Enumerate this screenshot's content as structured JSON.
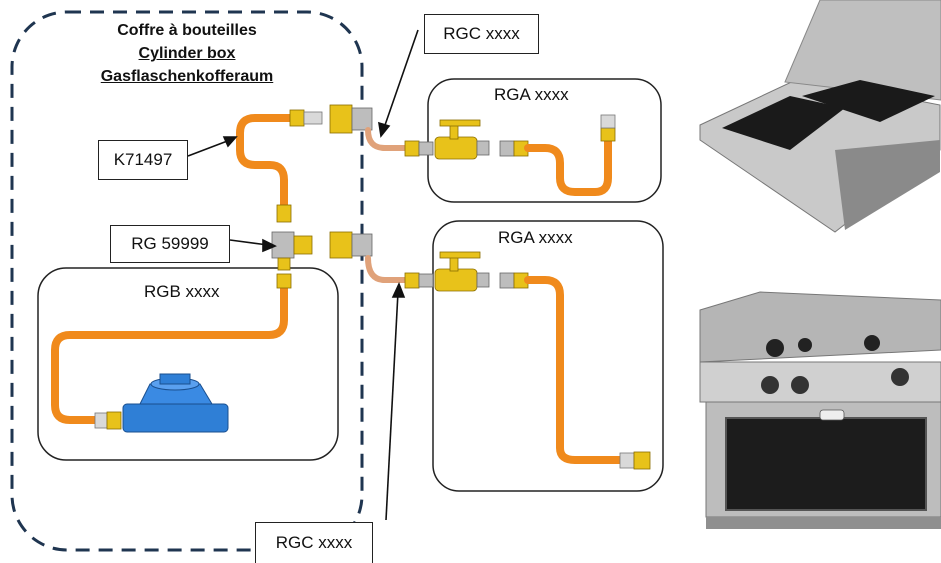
{
  "cylinder_box": {
    "line_fr": "Coffre à bouteilles",
    "line_en": "Cylinder box",
    "line_de": "Gasflaschenkofferaum"
  },
  "labels": {
    "k_part": "K71497",
    "rg_part": "RG 59999",
    "rgc_top": "RGC xxxx",
    "rgc_bottom": "RGC xxxx",
    "rga_top": "RGA xxxx",
    "rga_bottom": "RGA xxxx",
    "rgb": "RGB xxxx"
  },
  "colors": {
    "hose": "#f08a1c",
    "fitting": "#e8c21a",
    "copper": "#e0a27a",
    "regulator": "#2f7fd6",
    "dashed_border": "#1f3550"
  }
}
